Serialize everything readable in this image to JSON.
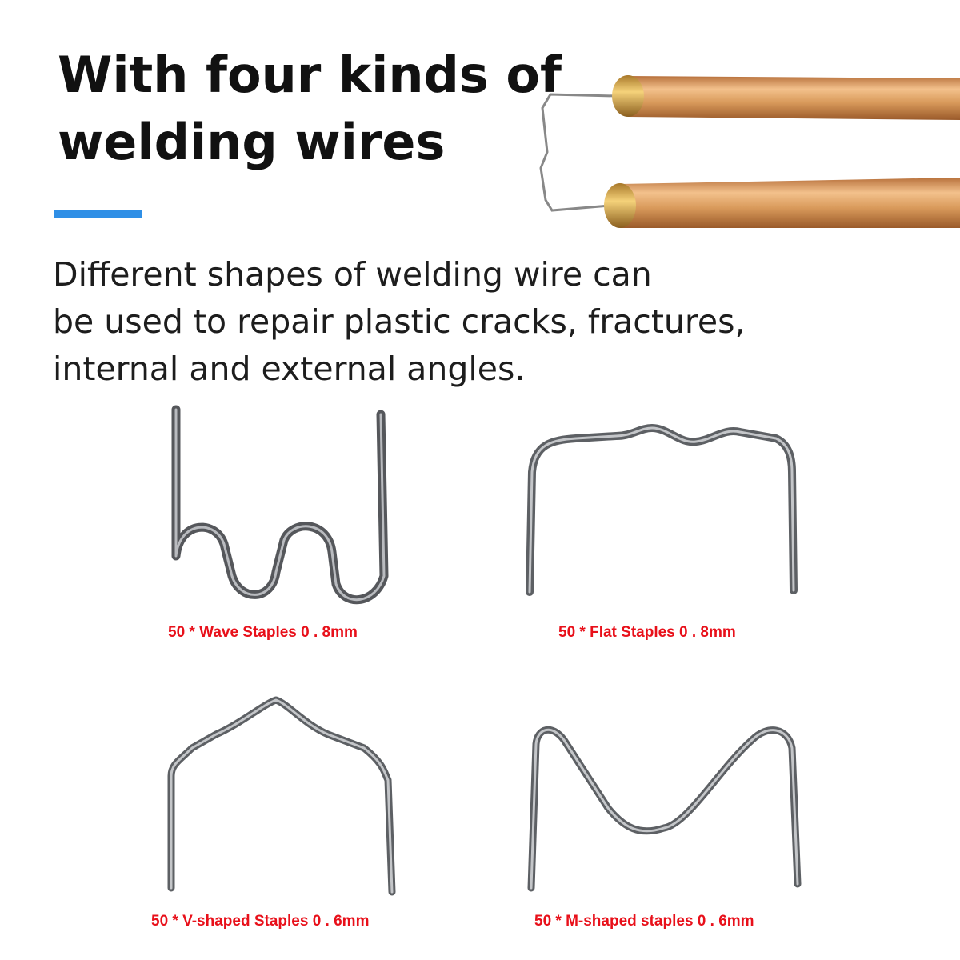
{
  "heading": {
    "line1": "With four kinds of",
    "line2": "welding wires"
  },
  "description": {
    "line1": "Different shapes of welding wire can",
    "line2": "be used to repair plastic cracks, fractures,",
    "line3": "internal and external angles."
  },
  "staples": [
    {
      "label": "50 * Wave Staples 0 . 8mm"
    },
    {
      "label": "50 * Flat Staples 0 . 8mm"
    },
    {
      "label": "50 * V-shaped Staples 0 . 6mm"
    },
    {
      "label": "50 * M-shaped staples 0 . 6mm"
    }
  ],
  "colors": {
    "accent": "#2f8fe6",
    "label": "#e8101a",
    "copper": "#d99a5b"
  }
}
